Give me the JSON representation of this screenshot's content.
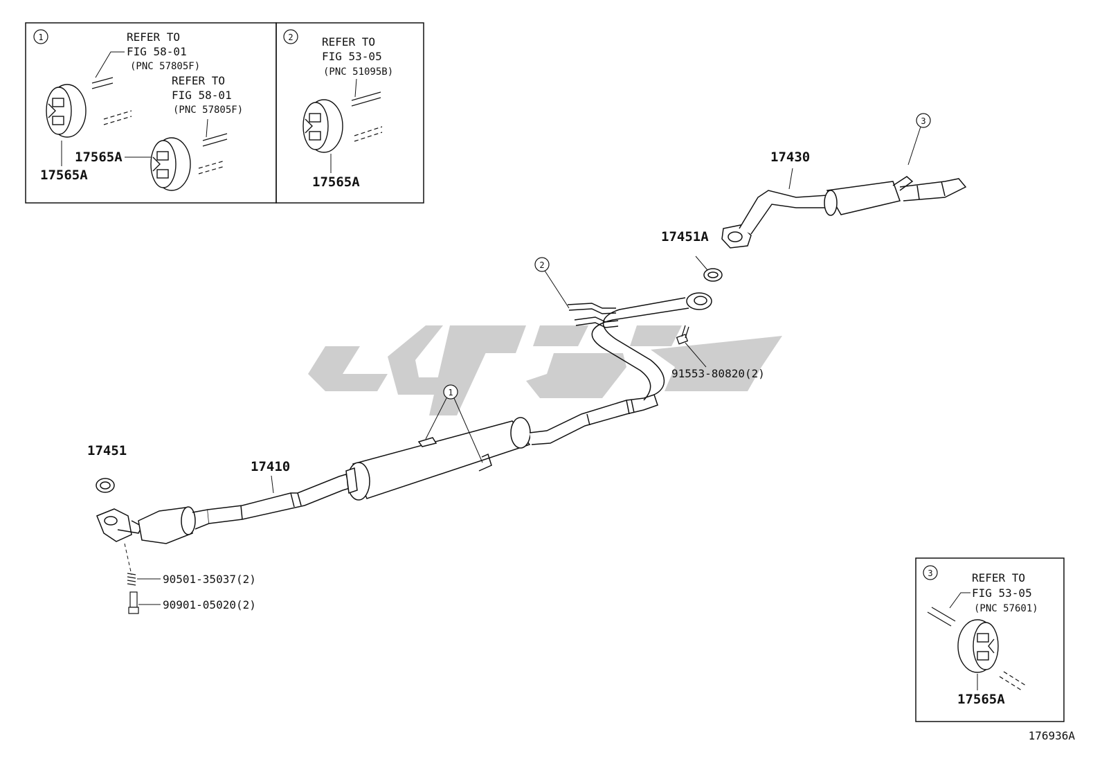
{
  "watermark": {
    "color": "#bdbdbd"
  },
  "inset_1": {
    "callout": "1",
    "ref_a": {
      "line1": "REFER TO",
      "line2": "FIG 58-01",
      "line3": "(PNC 57805F)"
    },
    "ref_b": {
      "line1": "REFER TO",
      "line2": "FIG 58-01",
      "line3": "(PNC 57805F)"
    },
    "part_a": "17565A",
    "part_b": "17565A"
  },
  "inset_2": {
    "callout": "2",
    "ref": {
      "line1": "REFER TO",
      "line2": "FIG 53-05",
      "line3": "(PNC 51095B)"
    },
    "part": "17565A"
  },
  "inset_3": {
    "callout": "3",
    "ref": {
      "line1": "REFER TO",
      "line2": "FIG 53-05",
      "line3": "(PNC 57601)"
    },
    "part": "17565A"
  },
  "main": {
    "callout_1": "1",
    "callout_2": "2",
    "callout_3": "3",
    "part_17430": "17430",
    "part_17451A": "17451A",
    "part_bolt_mid": "91553-80820(2)",
    "part_17451": "17451",
    "part_17410": "17410",
    "part_spring": "90501-35037(2)",
    "part_bolt_front": "90901-05020(2)"
  },
  "figure_id": "176936A"
}
